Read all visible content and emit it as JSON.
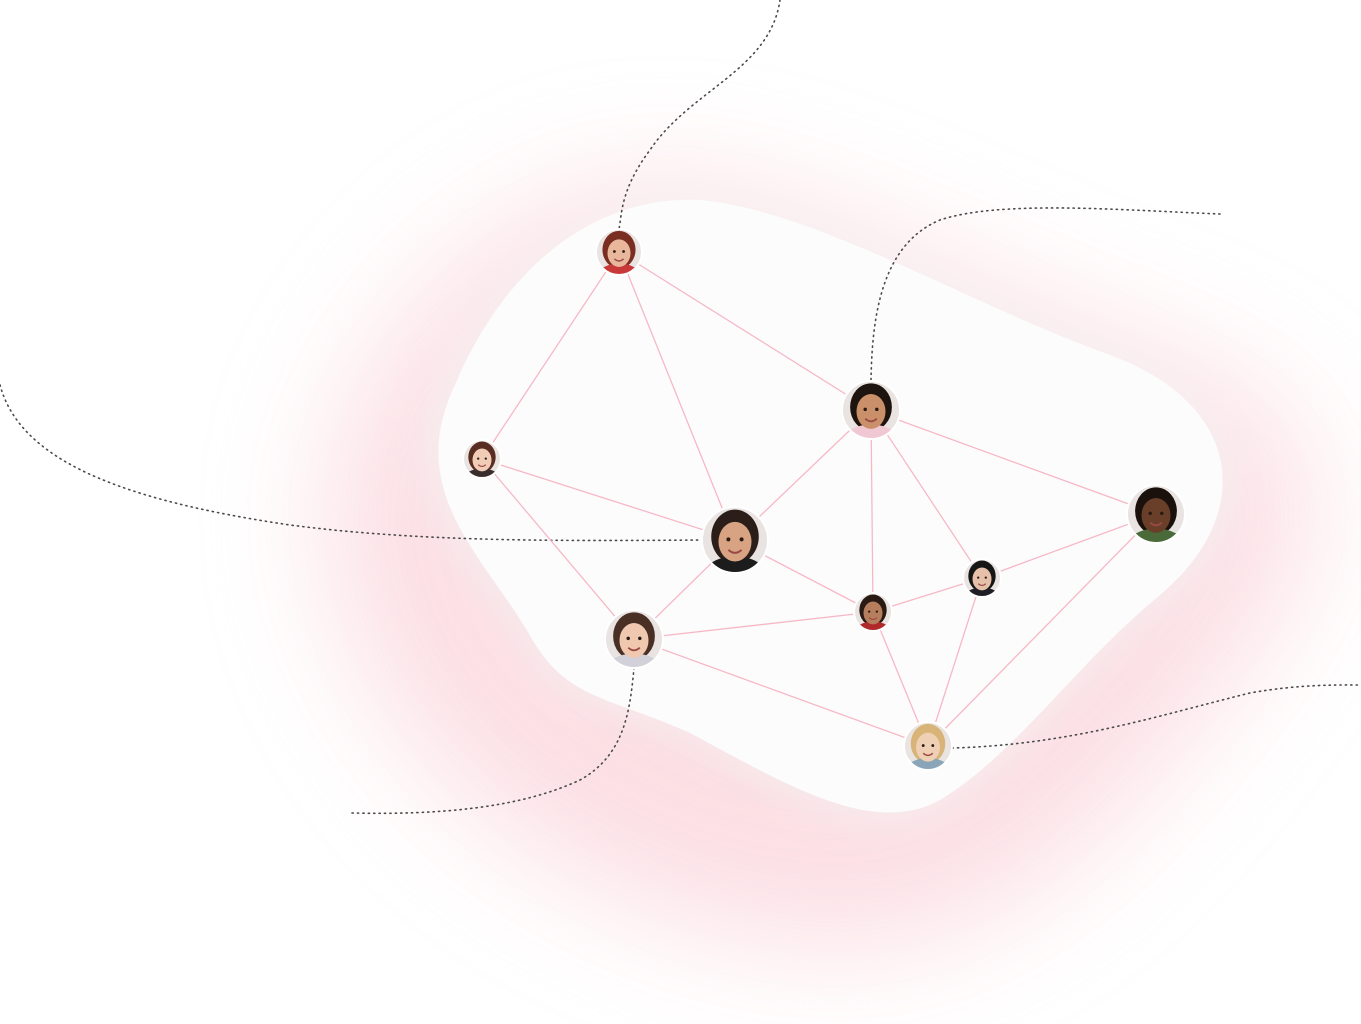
{
  "colors": {
    "background": "#ffffff",
    "glow": "#fbd9df",
    "blob": "#fcfcfc",
    "edge": "#f7b8c6",
    "connector": "#4a4a4a",
    "avatar_border": "#ffffff"
  },
  "nodes": [
    {
      "id": "n1",
      "label": "",
      "skin": "#e8b79c",
      "hair": "#7a2e22",
      "shirt": "#c83a3a"
    },
    {
      "id": "n2",
      "label": "",
      "skin": "#f1cdb8",
      "hair": "#5a2d22",
      "shirt": "#3a2e2c"
    },
    {
      "id": "n3",
      "label": "",
      "skin": "#c9906a",
      "hair": "#1d1410",
      "shirt": "#f0c8d4"
    },
    {
      "id": "n4",
      "label": "",
      "skin": "#d7a382",
      "hair": "#2b1e18",
      "shirt": "#1c1c1c"
    },
    {
      "id": "n5",
      "label": "",
      "skin": "#f0c8b0",
      "hair": "#4a2f24",
      "shirt": "#d2d0d8"
    },
    {
      "id": "n6",
      "label": "",
      "skin": "#b77e5e",
      "hair": "#2a1a14",
      "shirt": "#b0282a"
    },
    {
      "id": "n7",
      "label": "",
      "skin": "#e6c0a8",
      "hair": "#161616",
      "shirt": "#1e1e24"
    },
    {
      "id": "n8",
      "label": "",
      "skin": "#6a3f2a",
      "hair": "#1a100c",
      "shirt": "#4a6a3a"
    },
    {
      "id": "n9",
      "label": "",
      "skin": "#efd0b4",
      "hair": "#d8b478",
      "shirt": "#8aa4b8"
    }
  ],
  "edges": [
    [
      "n1",
      "n2"
    ],
    [
      "n1",
      "n4"
    ],
    [
      "n1",
      "n3"
    ],
    [
      "n2",
      "n4"
    ],
    [
      "n2",
      "n5"
    ],
    [
      "n3",
      "n4"
    ],
    [
      "n3",
      "n6"
    ],
    [
      "n3",
      "n7"
    ],
    [
      "n3",
      "n8"
    ],
    [
      "n4",
      "n5"
    ],
    [
      "n4",
      "n6"
    ],
    [
      "n5",
      "n6"
    ],
    [
      "n5",
      "n9"
    ],
    [
      "n6",
      "n7"
    ],
    [
      "n6",
      "n9"
    ],
    [
      "n7",
      "n8"
    ],
    [
      "n7",
      "n9"
    ],
    [
      "n8",
      "n9"
    ]
  ],
  "connectors": [
    {
      "id": "c-top",
      "node": "n1"
    },
    {
      "id": "c-top-right",
      "node": "n3"
    },
    {
      "id": "c-left",
      "node": "n4"
    },
    {
      "id": "c-bottom-left",
      "node": "n5"
    },
    {
      "id": "c-bottom-right",
      "node": "n9"
    }
  ]
}
